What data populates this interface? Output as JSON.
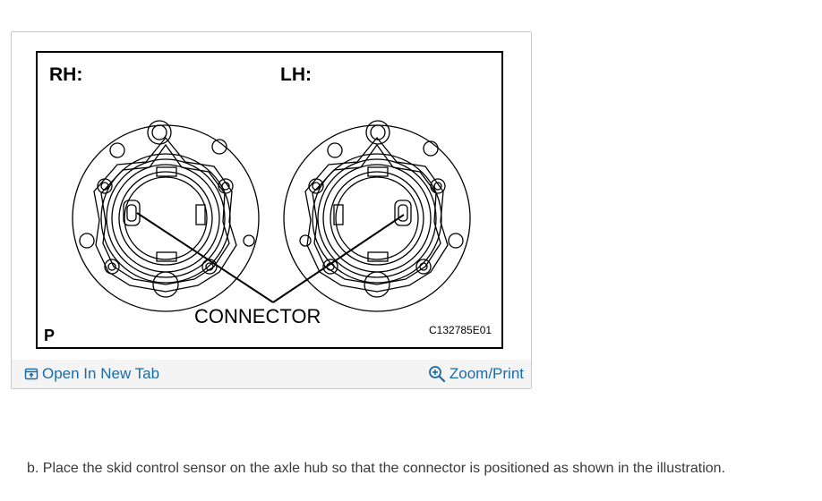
{
  "figure": {
    "label_rh": "RH:",
    "label_lh": "LH:",
    "label_connector": "CONNECTOR",
    "label_p": "P",
    "figure_code": "C132785E01"
  },
  "footer": {
    "open_tab_label": "Open In New Tab",
    "zoom_label": "Zoom/Print"
  },
  "instruction": {
    "text": "b. Place the skid control sensor on the axle hub so that the connector is positioned as shown in the illustration."
  },
  "colors": {
    "link": "#1b6ba8",
    "card_background": "#f4f4f4",
    "line_art": "#000000"
  }
}
